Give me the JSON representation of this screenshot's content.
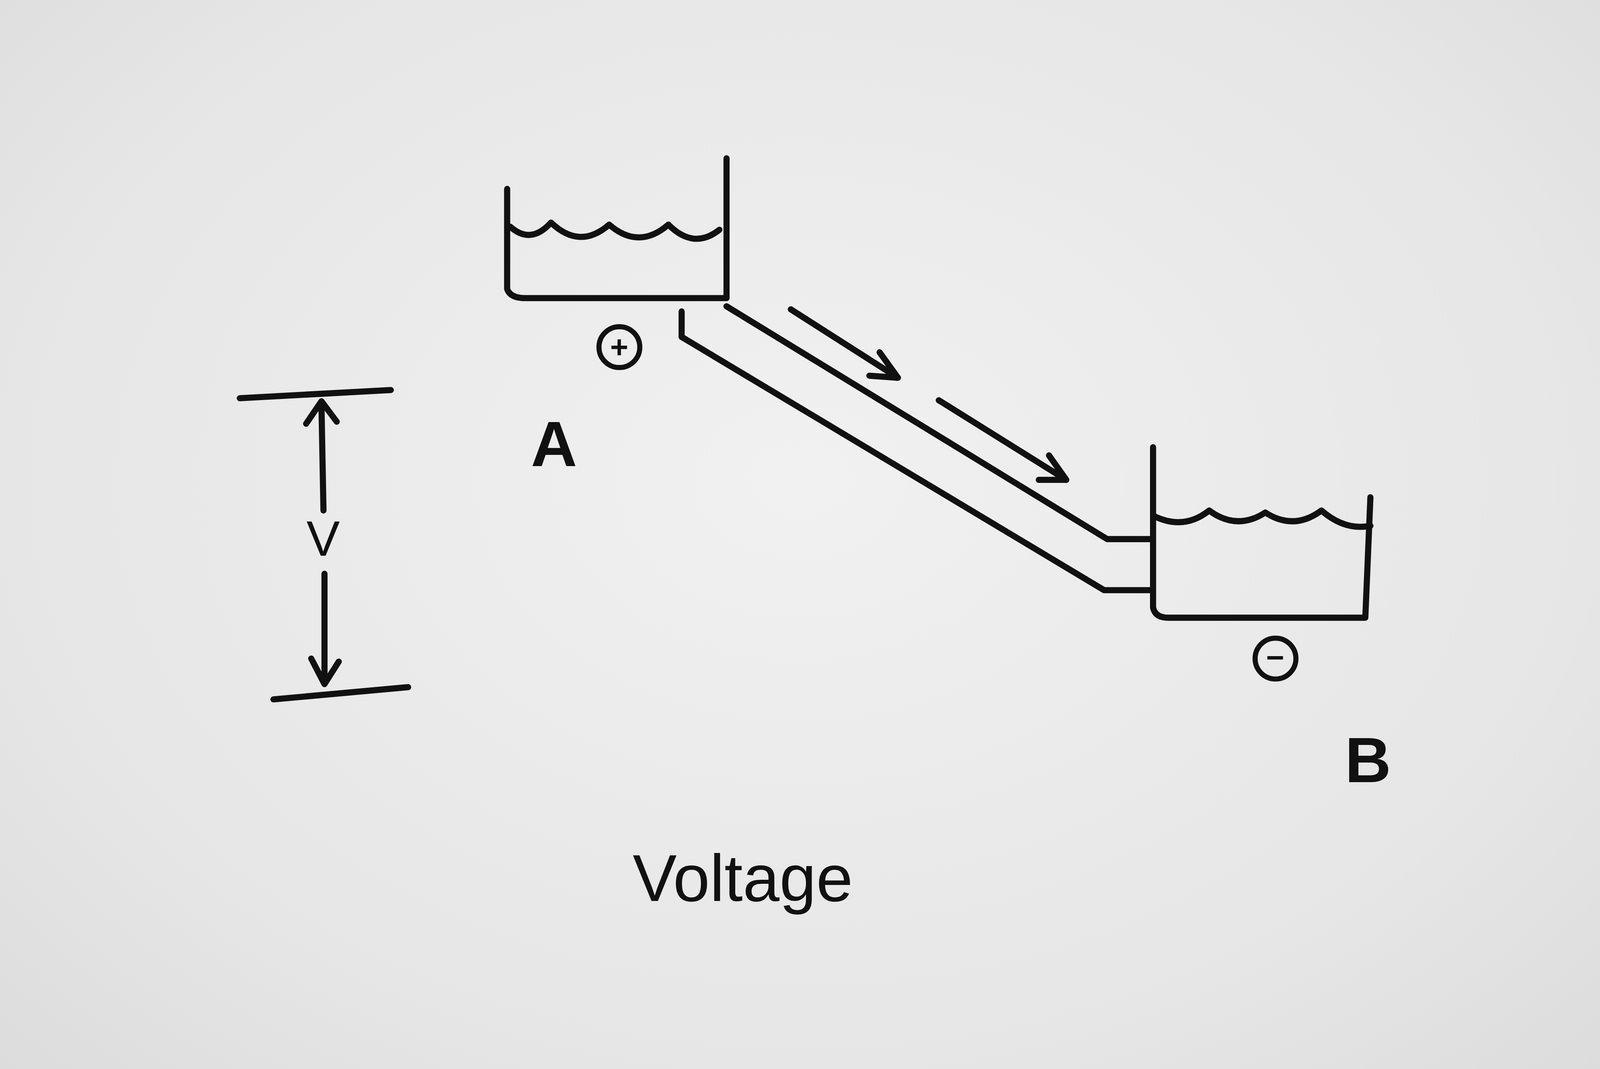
{
  "diagram": {
    "caption": "Voltage",
    "labels": [
      "+",
      "A",
      "V",
      "−",
      "B"
    ]
  }
}
